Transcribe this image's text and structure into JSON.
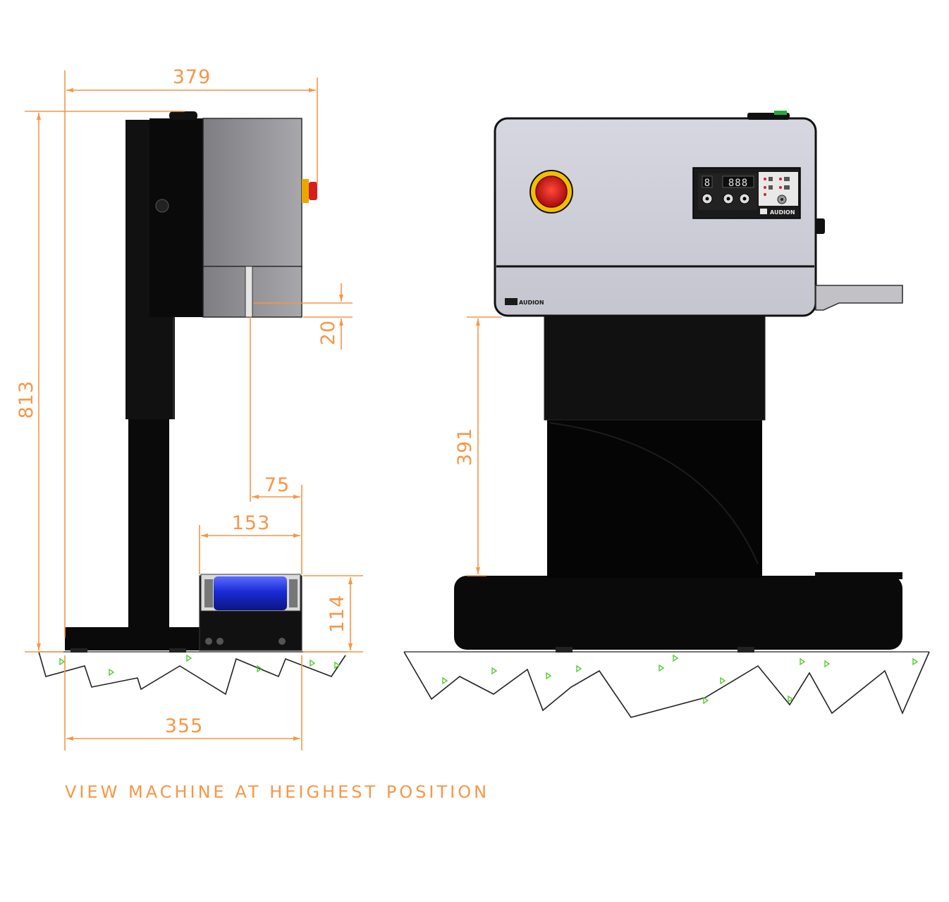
{
  "colors": {
    "dimension": "#f79646",
    "machine_dark": "#0a0a0a",
    "panel_grey": "#c9cad4",
    "housing_grey": "#8e8e92",
    "roller_blue": "#1a2bd6",
    "estop_red": "#d42020",
    "estop_yellow": "#f0c000",
    "ground_hatch": "#55cc33"
  },
  "dimensions": {
    "overall_width": "379",
    "overall_height": "813",
    "gap_height": "20",
    "offset_75": "75",
    "roller_width": "153",
    "roller_height": "114",
    "base_length": "355",
    "column_height": "391"
  },
  "caption": "VIEW MACHINE AT HEIGHEST POSITION",
  "control_panel": {
    "brand": "AUDION",
    "digit_small": "8",
    "digits": "888"
  },
  "front_logo": "AUDION"
}
